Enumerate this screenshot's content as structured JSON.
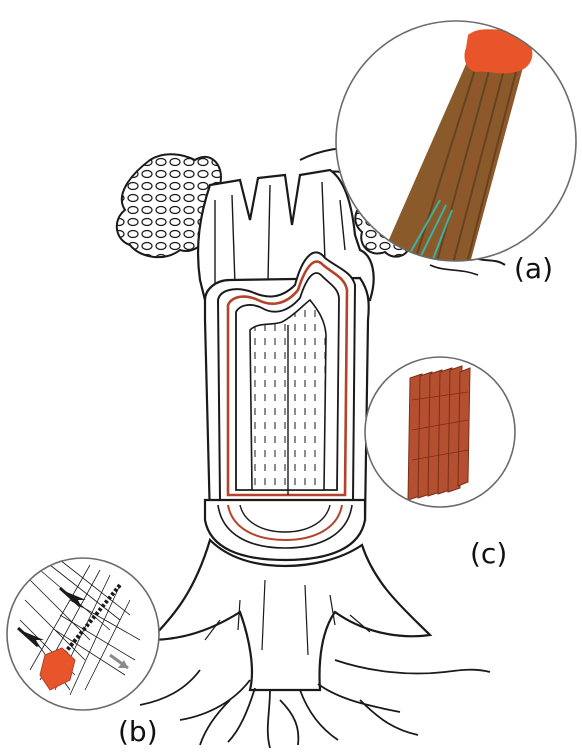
{
  "labels": {
    "a": "(a)",
    "b": "(b)",
    "c": "(c)"
  },
  "colors": {
    "ink": "#1a1a1a",
    "cambium": "#b5432a",
    "fiber_brown": "#8b5a2b",
    "fiber_dark": "#6b4020",
    "tip_orange": "#e8552a",
    "vessel_teal": "#3bb3a0",
    "cell_red": "#b4502f",
    "cell_dark": "#7a2e18"
  },
  "icons": {
    "tree": "tree-cross-section-illustration",
    "inset_a": "fiber-magnified-inset",
    "inset_b": "xylem-water-flow-inset",
    "inset_c": "stacked-cells-inset"
  }
}
